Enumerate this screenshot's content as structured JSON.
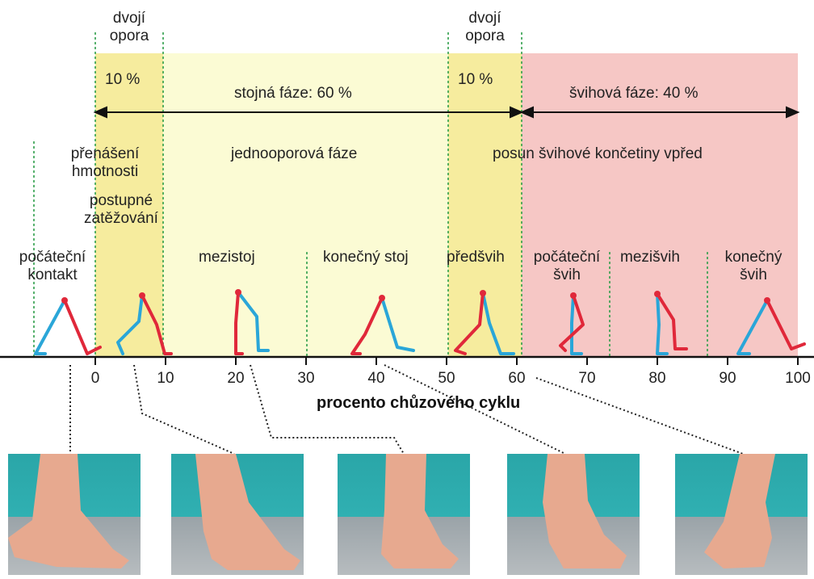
{
  "colors": {
    "double_support": "#f6ec9e",
    "stance_single": "#fbfbd4",
    "swing": "#f6c7c5",
    "guide_line": "#2e9e4a",
    "leg_red": "#e0283a",
    "leg_blue": "#2aa6d8",
    "axis": "#111111"
  },
  "header": {
    "double_support_left": "dvojí\nopora",
    "double_support_right": "dvojí\nopora",
    "pct_left": "10 %",
    "pct_right": "10 %",
    "stance_phase": "stojná fáze: 60 %",
    "swing_phase": "švihová fáze: 40 %"
  },
  "subphases": {
    "weight_transfer": "přenášení\nhmotnosti",
    "single_support": "jednooporová fáze",
    "swing_advance": "posun švihové končetiny vpřed",
    "loading_response": "postupné\nzatěžování"
  },
  "stages": [
    {
      "label": "počáteční\nkontakt"
    },
    {
      "label": "mezistoj"
    },
    {
      "label": "konečný stoj"
    },
    {
      "label": "předšvih"
    },
    {
      "label": "počáteční\nšvih"
    },
    {
      "label": "mezišvih"
    },
    {
      "label": "konečný\nšvih"
    }
  ],
  "axis": {
    "title": "procento chůzového cyklu",
    "ticks": [
      "0",
      "10",
      "20",
      "30",
      "40",
      "50",
      "60",
      "70",
      "80",
      "90",
      "100"
    ]
  },
  "photos": [
    {
      "icon": "foot-photo-initial-contact"
    },
    {
      "icon": "foot-photo-loading-response"
    },
    {
      "icon": "foot-photo-midstance"
    },
    {
      "icon": "foot-photo-terminal-stance"
    },
    {
      "icon": "foot-photo-preswing"
    }
  ]
}
